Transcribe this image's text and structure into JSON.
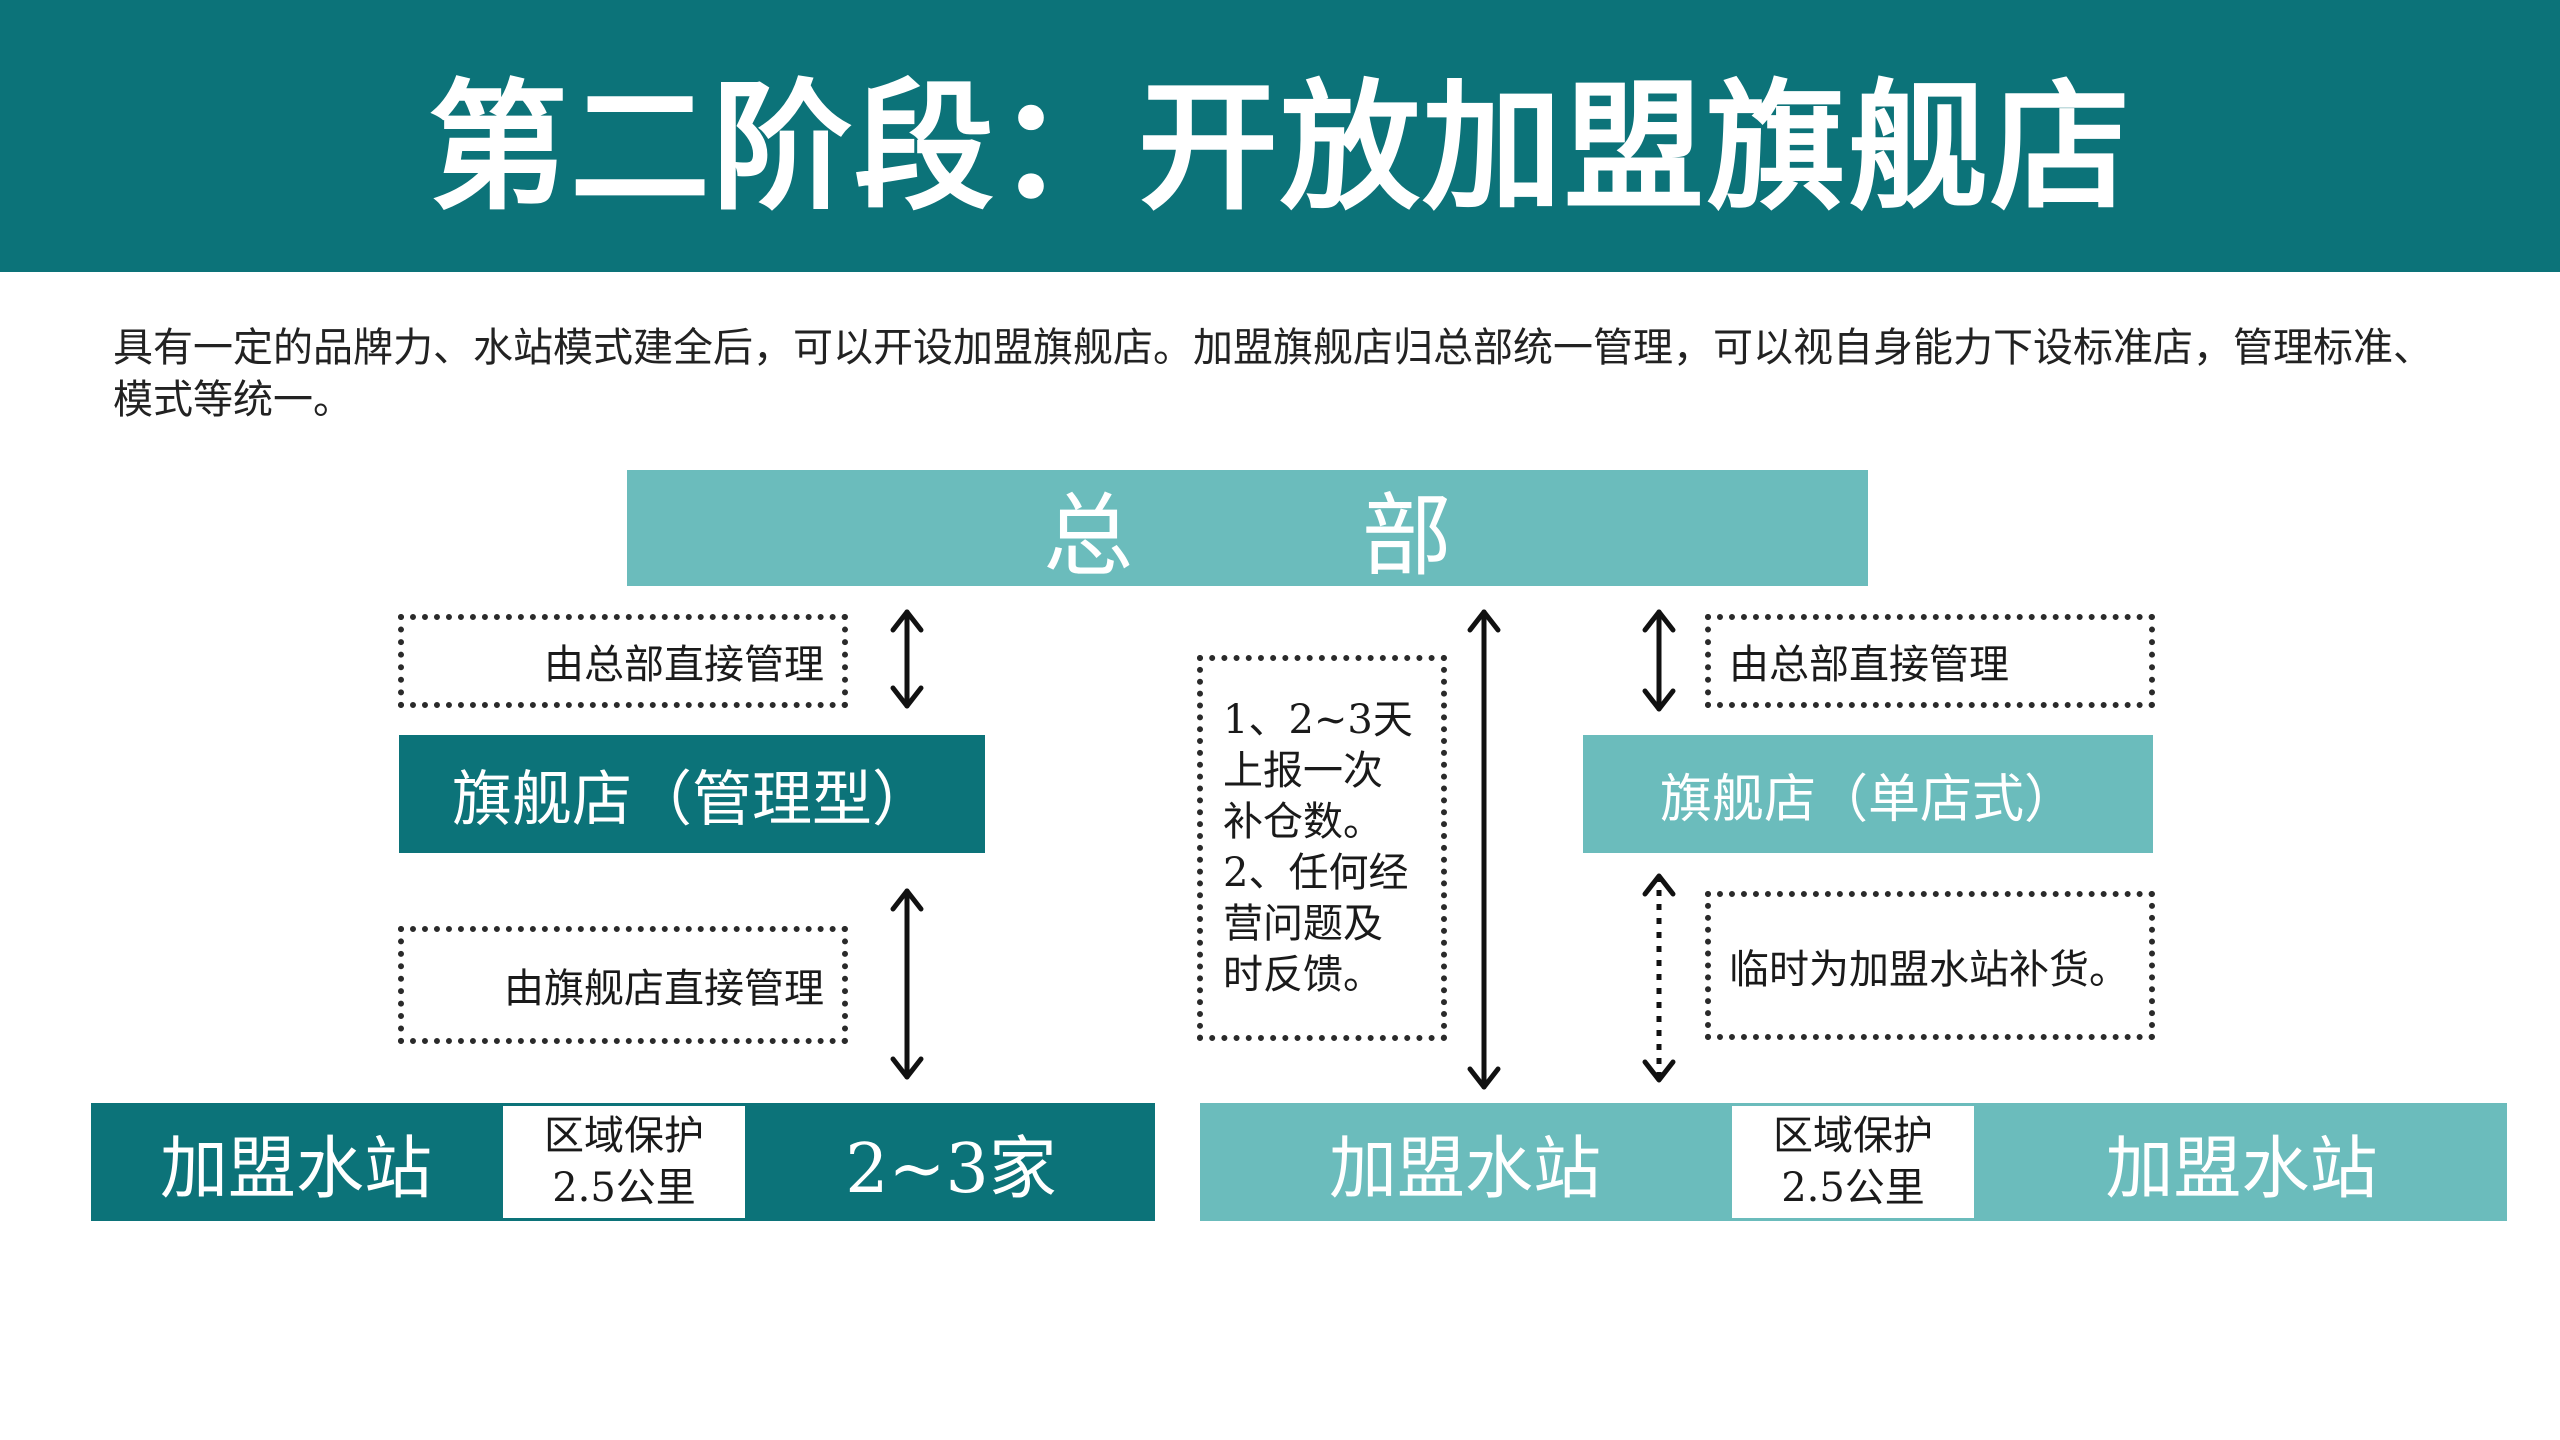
{
  "header": {
    "title": "第二阶段：开放加盟旗舰店"
  },
  "intro": {
    "text": "具有一定的品牌力、水站模式建全后，可以开设加盟旗舰店。加盟旗舰店归总部统一管理，可以视自身能力下设标准店，管理标准、模式等统一。"
  },
  "diagram": {
    "hq": "总 部",
    "left": {
      "note_top": "由总部直接管理",
      "flagship": "旗舰店（管理型）",
      "note_bottom": "由旗舰店直接管理",
      "water_station": "加盟水站",
      "protection_line1": "区域保护",
      "protection_line2": "2.5公里",
      "count": "2~3家"
    },
    "center": {
      "lines": [
        "1、2~3天",
        "上报一次",
        "补仓数。",
        "2、任何经",
        "营问题及",
        "时反馈。"
      ]
    },
    "right": {
      "note_top": "由总部直接管理",
      "flagship": "旗舰店（单店式）",
      "note_bottom": "临时为加盟水站补货。",
      "water_station_mid": "加盟水站",
      "protection_line1": "区域保护",
      "protection_line2": "2.5公里",
      "water_station_right": "加盟水站"
    }
  },
  "colors": {
    "dark_teal": "#0c7379",
    "light_teal": "#6bbcbc",
    "text": "#222222"
  },
  "icons": [
    "double-arrow-icon",
    "dotted-double-arrow-icon"
  ]
}
